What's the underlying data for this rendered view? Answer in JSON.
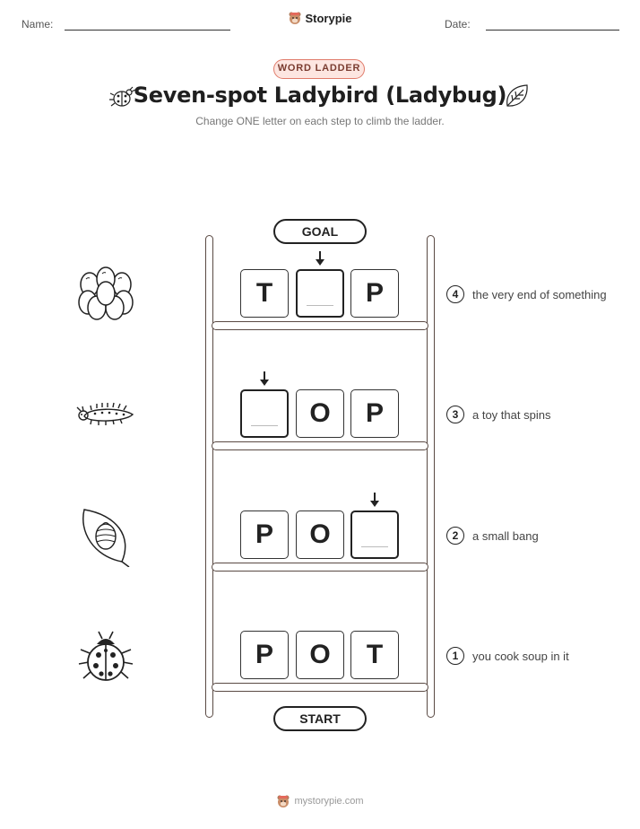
{
  "header": {
    "name_label": "Name:",
    "date_label": "Date:",
    "brand_name": "Storypie"
  },
  "tag": "WORD LADDER",
  "title": "Seven-spot Ladybird (Ladybug)",
  "subtitle": "Change ONE letter on each step to climb the ladder.",
  "goal_label": "GOAL",
  "start_label": "START",
  "rows": [
    {
      "step": "4",
      "clue": "the very end of something",
      "letters": [
        "T",
        "",
        "P"
      ],
      "blank_index": 1,
      "icon": "egg-cluster-icon"
    },
    {
      "step": "3",
      "clue": "a toy that spins",
      "letters": [
        "",
        "O",
        "P"
      ],
      "blank_index": 0,
      "icon": "larva-icon"
    },
    {
      "step": "2",
      "clue": "a small bang",
      "letters": [
        "P",
        "O",
        ""
      ],
      "blank_index": 2,
      "icon": "pupa-on-leaf-icon"
    },
    {
      "step": "1",
      "clue": "you cook soup in it",
      "letters": [
        "P",
        "O",
        "T"
      ],
      "blank_index": null,
      "icon": "ladybug-icon"
    }
  ],
  "footer": "mystorypie.com",
  "colors": {
    "tag_border": "#e07b6a",
    "tag_fill": "#fde6e1",
    "rail": "#5a4a44"
  }
}
